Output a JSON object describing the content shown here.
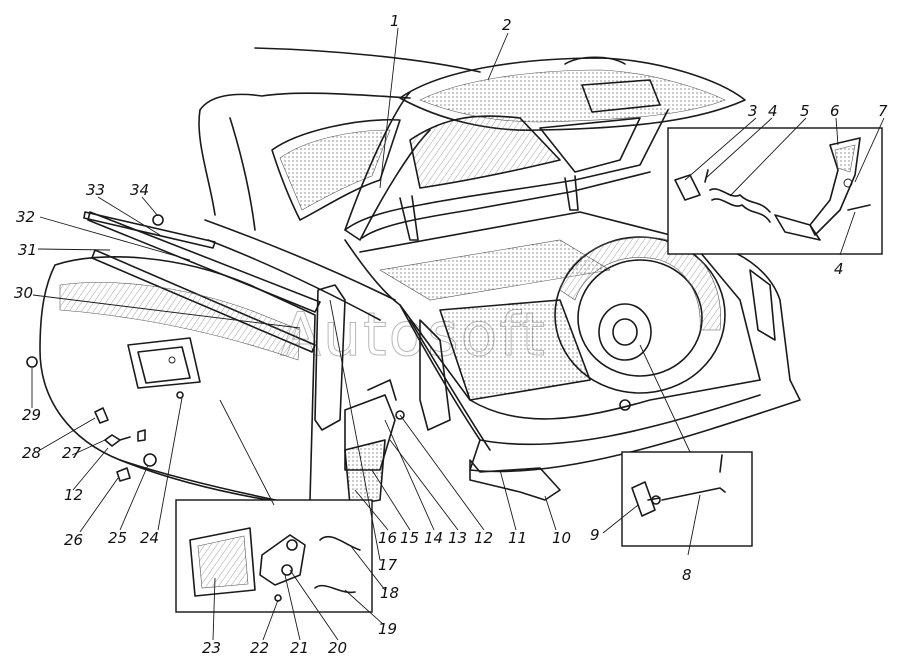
{
  "diagram": {
    "watermark": "Autosoft",
    "callouts": [
      "1",
      "2",
      "3",
      "4",
      "5",
      "6",
      "7",
      "4",
      "8",
      "9",
      "10",
      "11",
      "12",
      "13",
      "14",
      "15",
      "16",
      "17",
      "18",
      "19",
      "20",
      "21",
      "22",
      "23",
      "24",
      "25",
      "26",
      "12",
      "27",
      "28",
      "29",
      "30",
      "31",
      "32",
      "33",
      "34"
    ]
  }
}
